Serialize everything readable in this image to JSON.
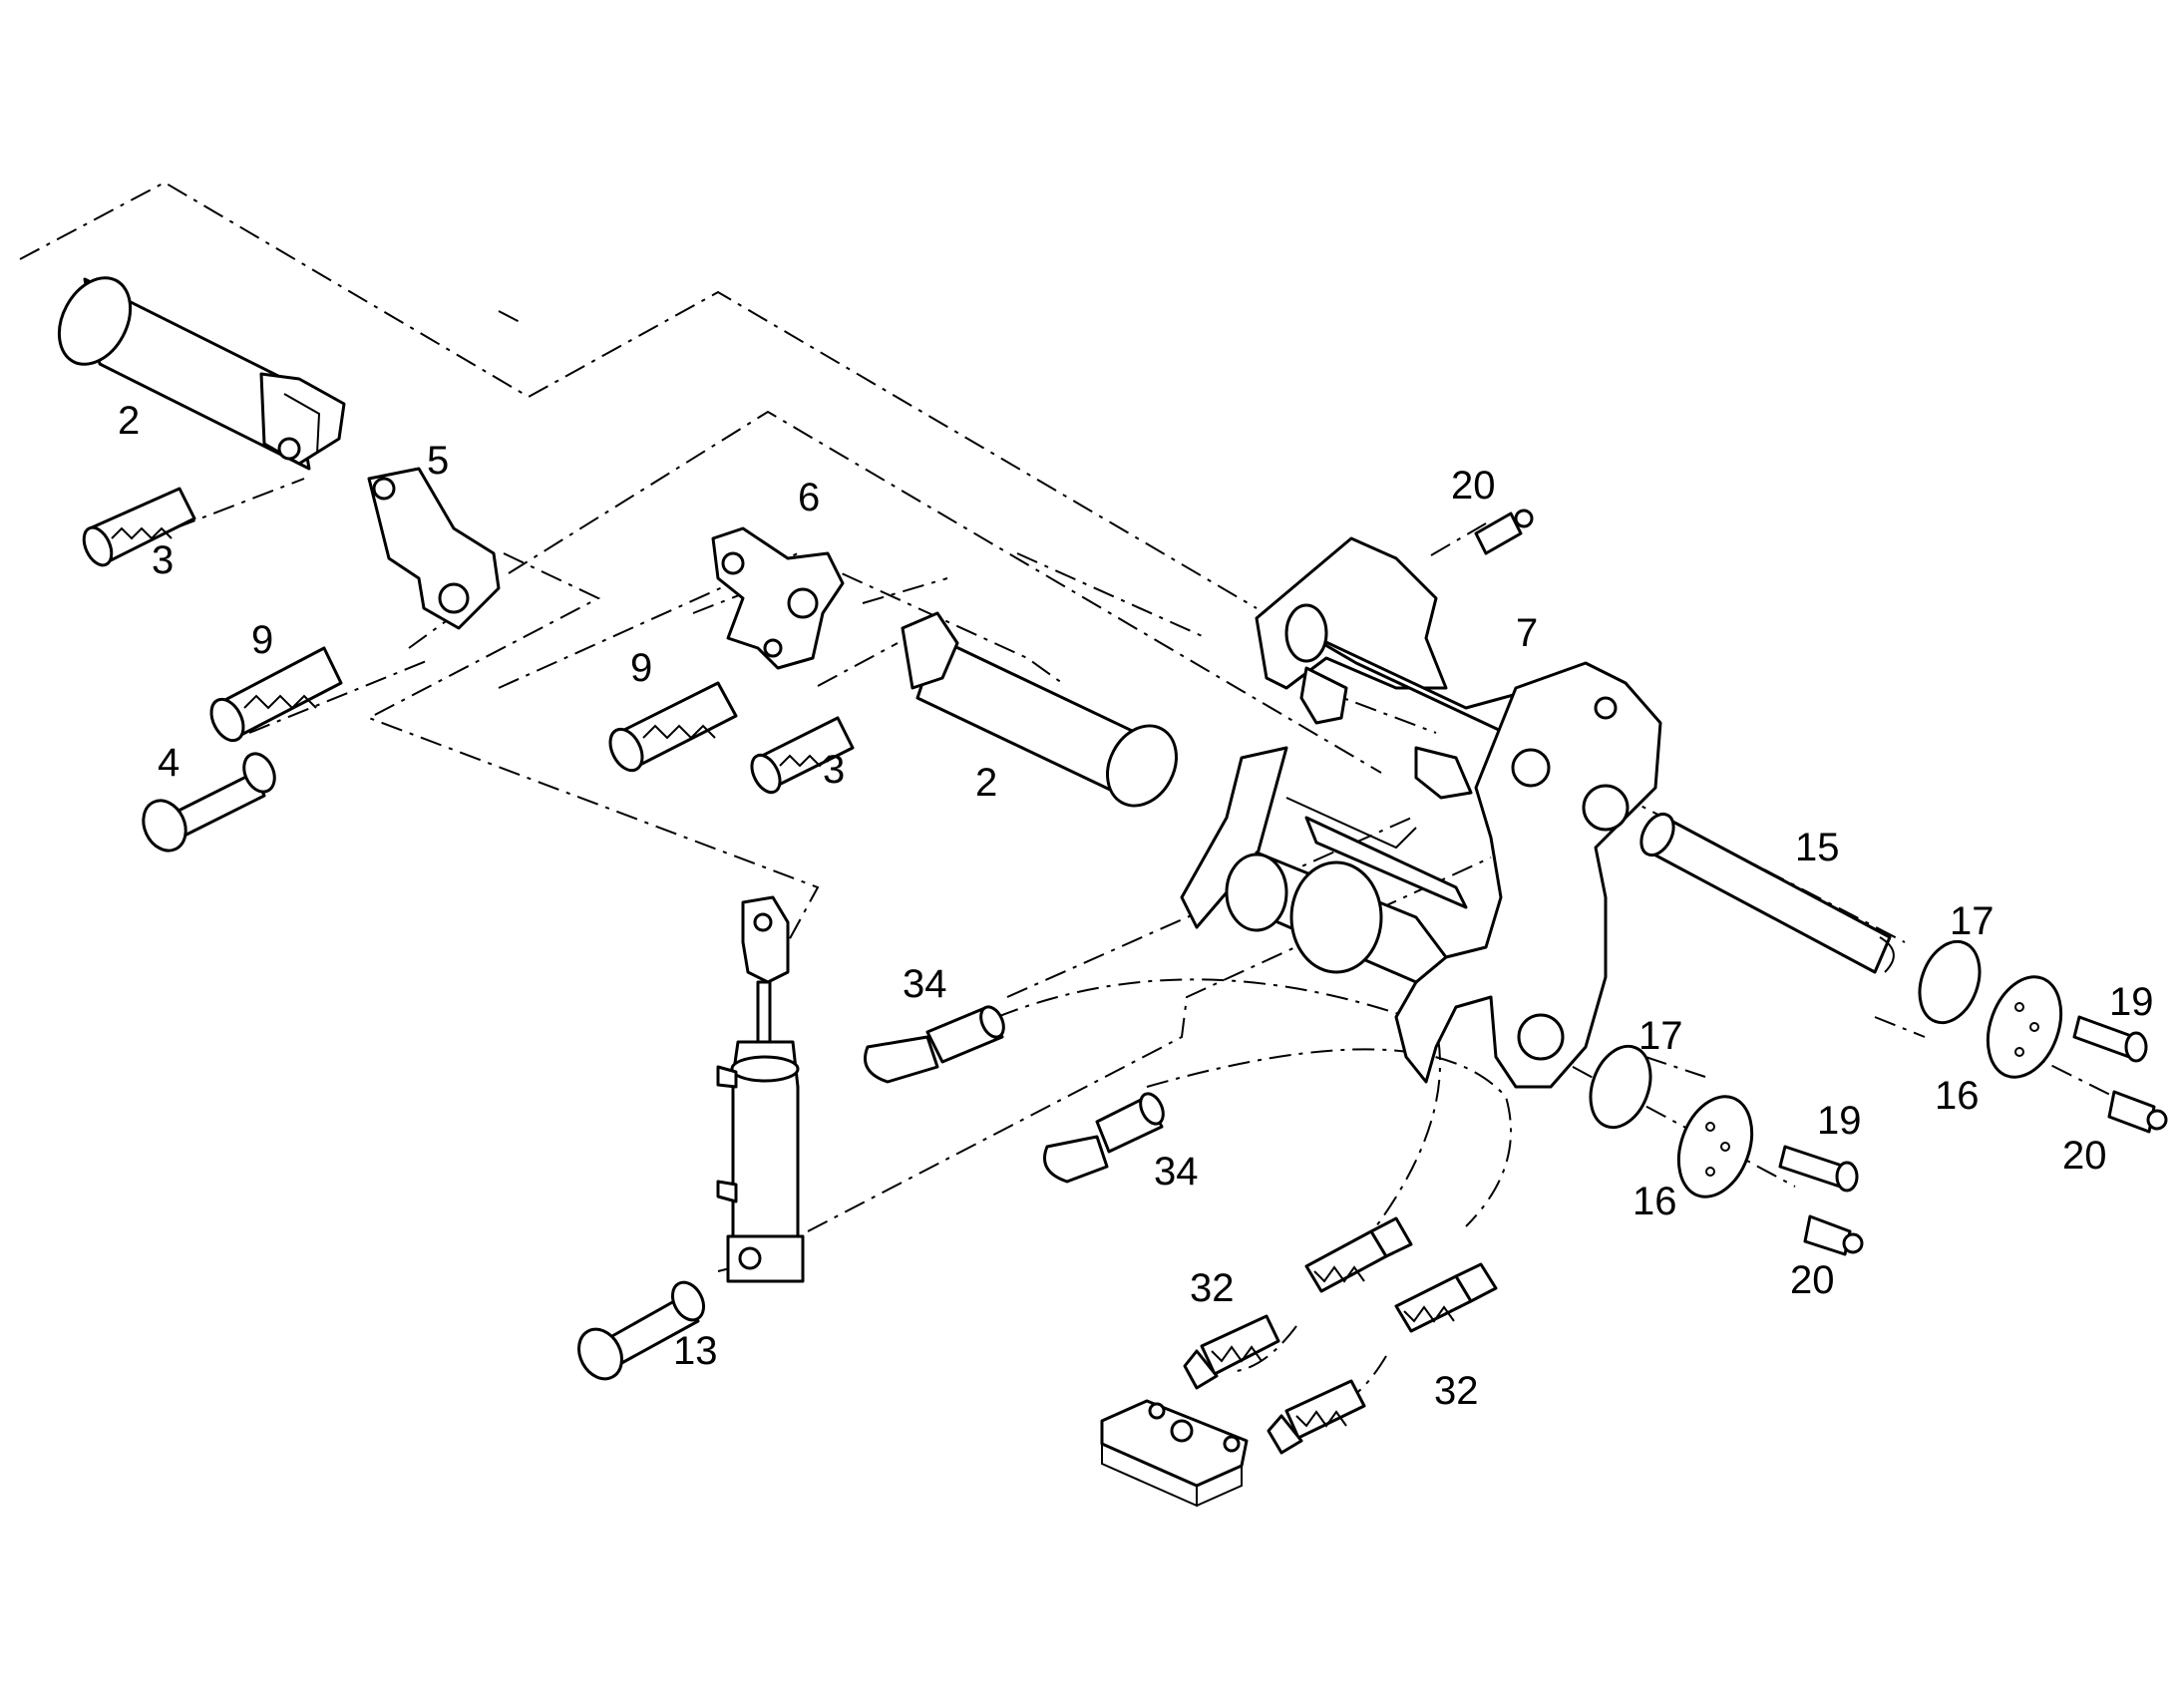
{
  "callouts": [
    {
      "id": "c2a",
      "text": "2"
    },
    {
      "id": "c3a",
      "text": "3"
    },
    {
      "id": "c5",
      "text": "5"
    },
    {
      "id": "c9a",
      "text": "9"
    },
    {
      "id": "c4",
      "text": "4"
    },
    {
      "id": "c6",
      "text": "6"
    },
    {
      "id": "c9b",
      "text": "9"
    },
    {
      "id": "c3b",
      "text": "3"
    },
    {
      "id": "c2b",
      "text": "2"
    },
    {
      "id": "c20a",
      "text": "20"
    },
    {
      "id": "c7",
      "text": "7"
    },
    {
      "id": "c15",
      "text": "15"
    },
    {
      "id": "c17a",
      "text": "17"
    },
    {
      "id": "c19a",
      "text": "19"
    },
    {
      "id": "c16a",
      "text": "16"
    },
    {
      "id": "c20b",
      "text": "20"
    },
    {
      "id": "c17b",
      "text": "17"
    },
    {
      "id": "c19b",
      "text": "19"
    },
    {
      "id": "c16b",
      "text": "16"
    },
    {
      "id": "c20c",
      "text": "20"
    },
    {
      "id": "c34a",
      "text": "34"
    },
    {
      "id": "c34b",
      "text": "34"
    },
    {
      "id": "c32a",
      "text": "32"
    },
    {
      "id": "c32b",
      "text": "32"
    },
    {
      "id": "c13",
      "text": "13"
    }
  ],
  "colors": {
    "line": "#000000",
    "background": "#ffffff"
  }
}
